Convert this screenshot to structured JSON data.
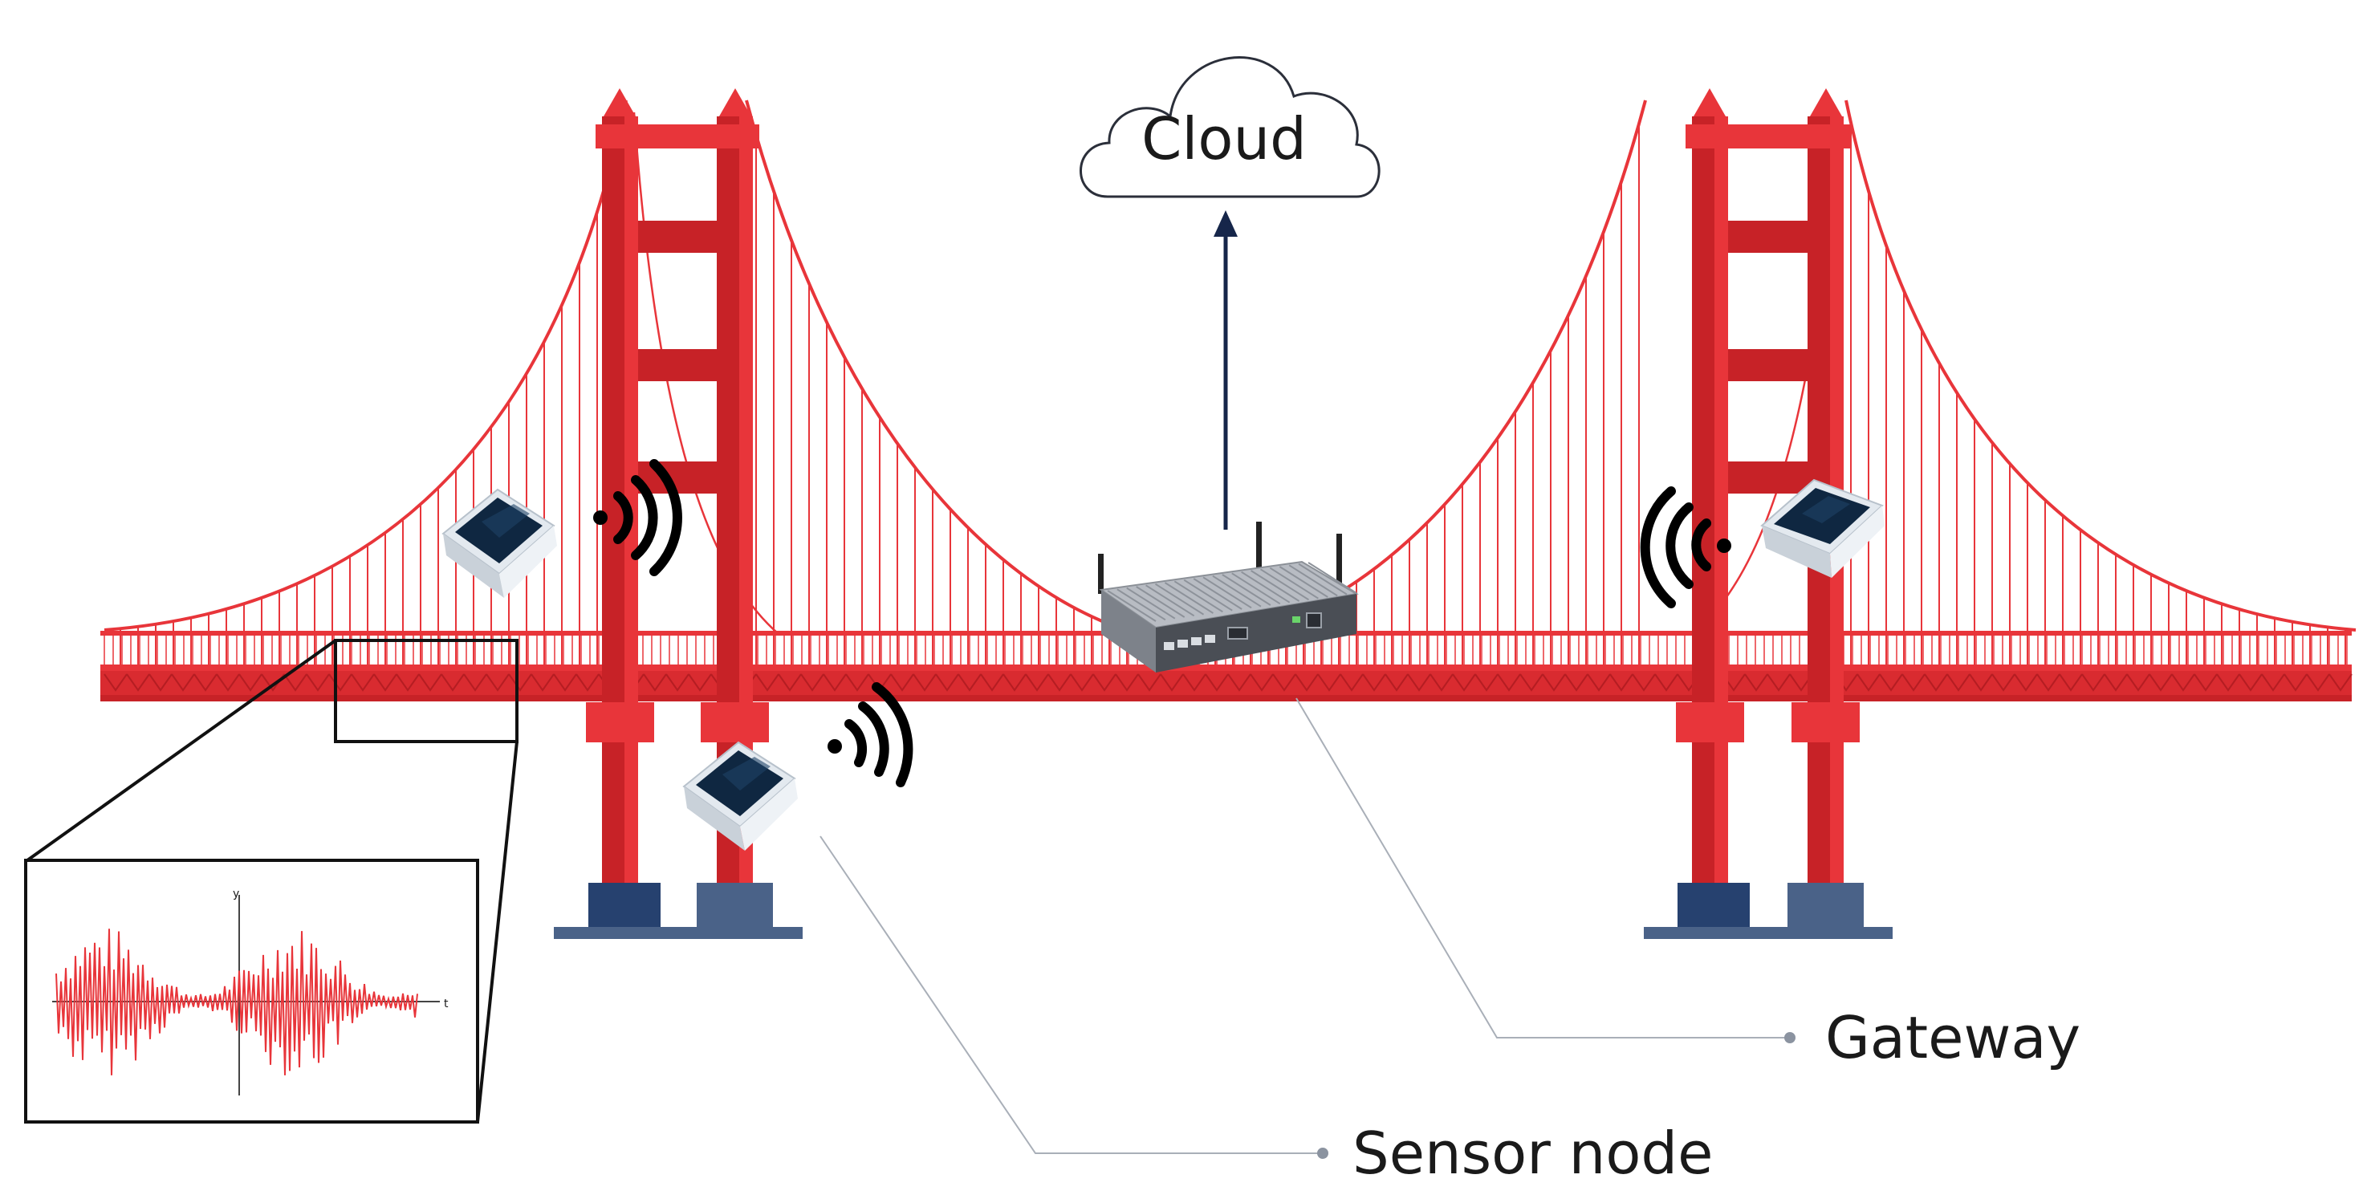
{
  "cloud": {
    "label": "Cloud"
  },
  "callouts": {
    "gateway": "Gateway",
    "sensor_node": "Sensor node"
  },
  "inset": {
    "axis_x_label": "t",
    "axis_y_label": "y"
  },
  "colors": {
    "bridge_red": "#e8353a",
    "bridge_dark": "#c72227",
    "footing_navy": "#26416f",
    "footing_slate": "#4a6288",
    "arrow": "#16264a",
    "leader": "#a9afb8",
    "signal": "#000000"
  },
  "icons": {
    "cloud": "cloud-icon",
    "gateway": "gateway-router-icon",
    "sensor": "sensor-node-icon",
    "wireless": "wireless-signal-icon"
  }
}
